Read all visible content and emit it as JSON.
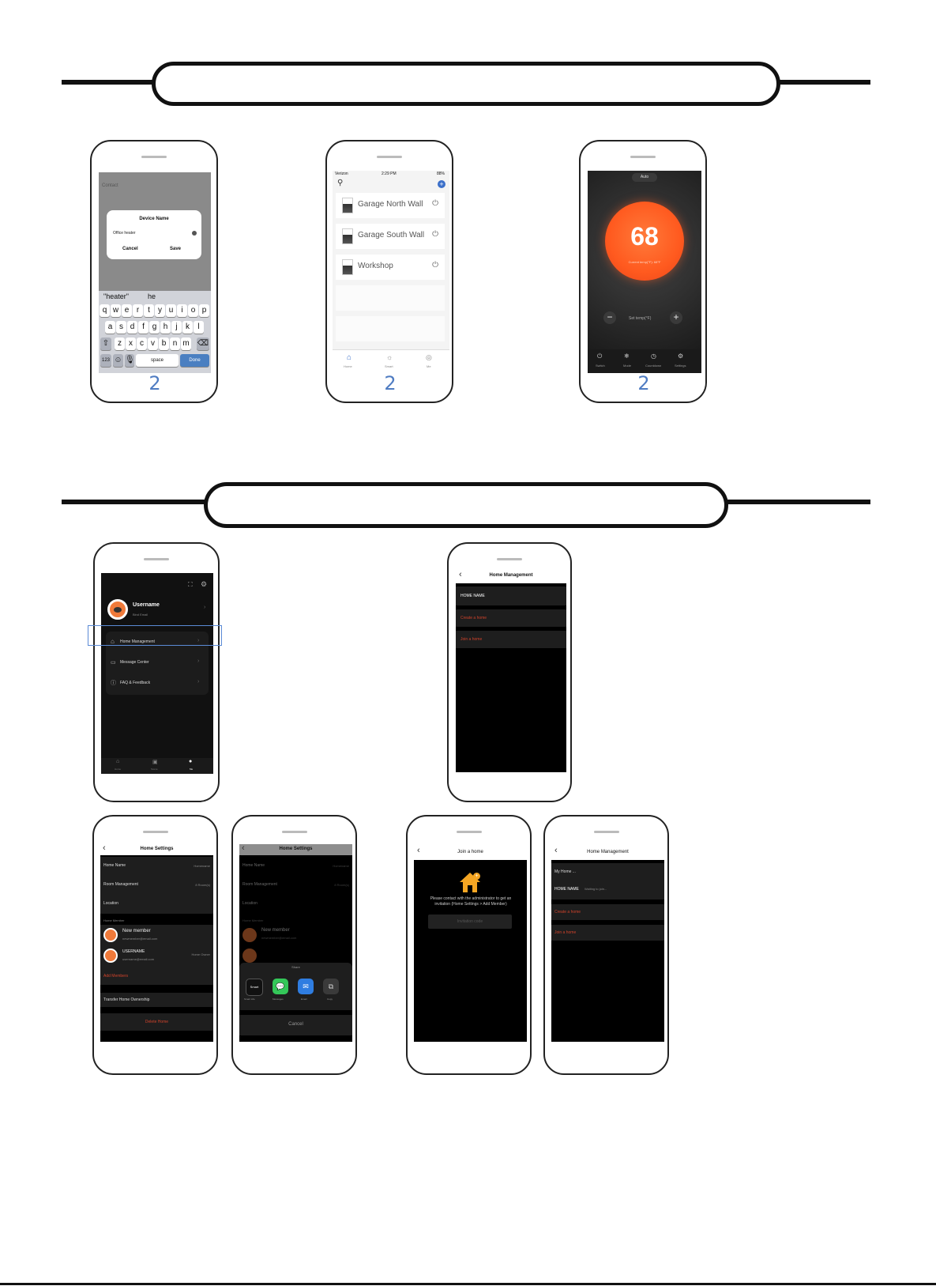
{
  "step_numbers": [
    "2",
    "2",
    "2"
  ],
  "rename": {
    "title": "Contact",
    "dialog_title": "Device Name",
    "input_value": "Office heater",
    "cancel": "Cancel",
    "save": "Save",
    "suggestions": [
      "\"heater\"",
      "he"
    ],
    "rows": [
      [
        "q",
        "w",
        "e",
        "r",
        "t",
        "y",
        "u",
        "i",
        "o",
        "p"
      ],
      [
        "a",
        "s",
        "d",
        "f",
        "g",
        "h",
        "j",
        "k",
        "l"
      ],
      [
        "z",
        "x",
        "c",
        "v",
        "b",
        "n",
        "m"
      ]
    ],
    "key_123": "123",
    "key_space": "space",
    "key_done": "Done"
  },
  "device_list": {
    "carrier": "Verizon",
    "time": "2:29 PM",
    "battery": "88%",
    "devices": [
      "Garage North Wall",
      "Garage South Wall",
      "Workshop"
    ],
    "tabs": [
      "Home",
      "Smart",
      "Me"
    ]
  },
  "thermostat": {
    "mode": "Auto",
    "temperature": "68",
    "current_temp": "Current temp(°F): 68°F",
    "set_label": "Set temp(°F)",
    "tabs": [
      "Switch",
      "Mode",
      "Countdown",
      "Settings"
    ]
  },
  "me": {
    "username": "Username",
    "sub": "Bind Email",
    "menu": [
      "Home Management",
      "Message Center",
      "FAQ & Feedback"
    ],
    "tabs": [
      "Home",
      "Scene",
      "Me"
    ]
  },
  "home_mgmt": {
    "title": "Home Management",
    "home_name": "HOME NAME",
    "create": "Create a home",
    "join": "Join a home"
  },
  "home_settings": {
    "title": "Home Settings",
    "home_name_label": "Home Name",
    "home_name_value": "Homename",
    "room_label": "Room Management",
    "room_value": "8 Room(s)",
    "location": "Location",
    "members_header": "Home Member",
    "members": [
      {
        "name": "New member",
        "email": "newmember@email.com",
        "role": ""
      },
      {
        "name": "USERNAME",
        "email": "username@email.com",
        "role": "Home Owner"
      }
    ],
    "add_members": "Add Members",
    "transfer": "Transfer Home Ownership",
    "delete": "Delete Home"
  },
  "share": {
    "title": "Home Settings",
    "share_label": "Share",
    "apps": [
      "Smart Life",
      "Messages",
      "Email",
      "Copy"
    ],
    "cancel": "Cancel"
  },
  "join": {
    "title": "Join a home",
    "message": "Please contact with the administrator to get an invitation (Home Settings > Add Member)",
    "placeholder": "Invitation code"
  },
  "home_mgmt2": {
    "title": "Home Management",
    "my_home": "My Home ...",
    "home_name": "HOME NAME",
    "status": "Waiting to join...",
    "create": "Create a home",
    "join": "Join a home"
  },
  "colors": {
    "accent": "#4f7cc2",
    "red": "#d0432b",
    "orange": "#ff5a1f",
    "highlight": "#5b8bd6"
  }
}
